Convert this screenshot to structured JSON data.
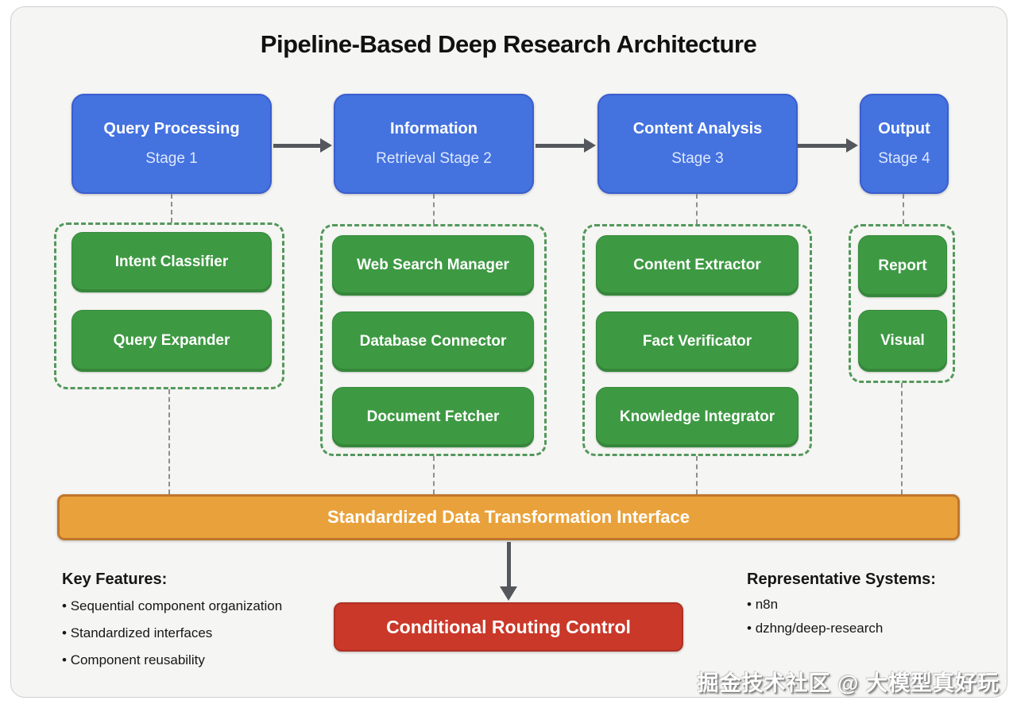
{
  "title": "Pipeline-Based Deep Research Architecture",
  "stages": [
    {
      "title": "Query Processing",
      "subtitle": "Stage 1",
      "components": [
        "Intent Classifier",
        "Query Expander"
      ]
    },
    {
      "title": "Information",
      "subtitle": "Retrieval Stage 2",
      "components": [
        "Web Search Manager",
        "Database Connector",
        "Document Fetcher"
      ]
    },
    {
      "title": "Content Analysis",
      "subtitle": "Stage 3",
      "components": [
        "Content Extractor",
        "Fact Verificator",
        "Knowledge Integrator"
      ]
    },
    {
      "title": "Output",
      "subtitle": "Stage 4",
      "components": [
        "Report",
        "Visual"
      ]
    }
  ],
  "interface_bar": "Standardized Data Transformation Interface",
  "routing_box": "Conditional Routing Control",
  "key_features": {
    "heading": "Key Features:",
    "items": [
      "Sequential component organization",
      "Standardized interfaces",
      "Component reusability"
    ]
  },
  "representative_systems": {
    "heading": "Representative Systems:",
    "items": [
      "n8n",
      "dzhng/deep-research"
    ]
  },
  "watermark": "掘金技术社区 @ 大模型真好玩",
  "colors": {
    "stage_fill": "#4472df",
    "component_fill": "#3e9943",
    "group_border": "#53985b",
    "interface_fill": "#e9a23b",
    "interface_border": "#c0762c",
    "routing_fill": "#ca3829",
    "arrow": "#54585c",
    "card_bg": "#f5f5f3"
  }
}
